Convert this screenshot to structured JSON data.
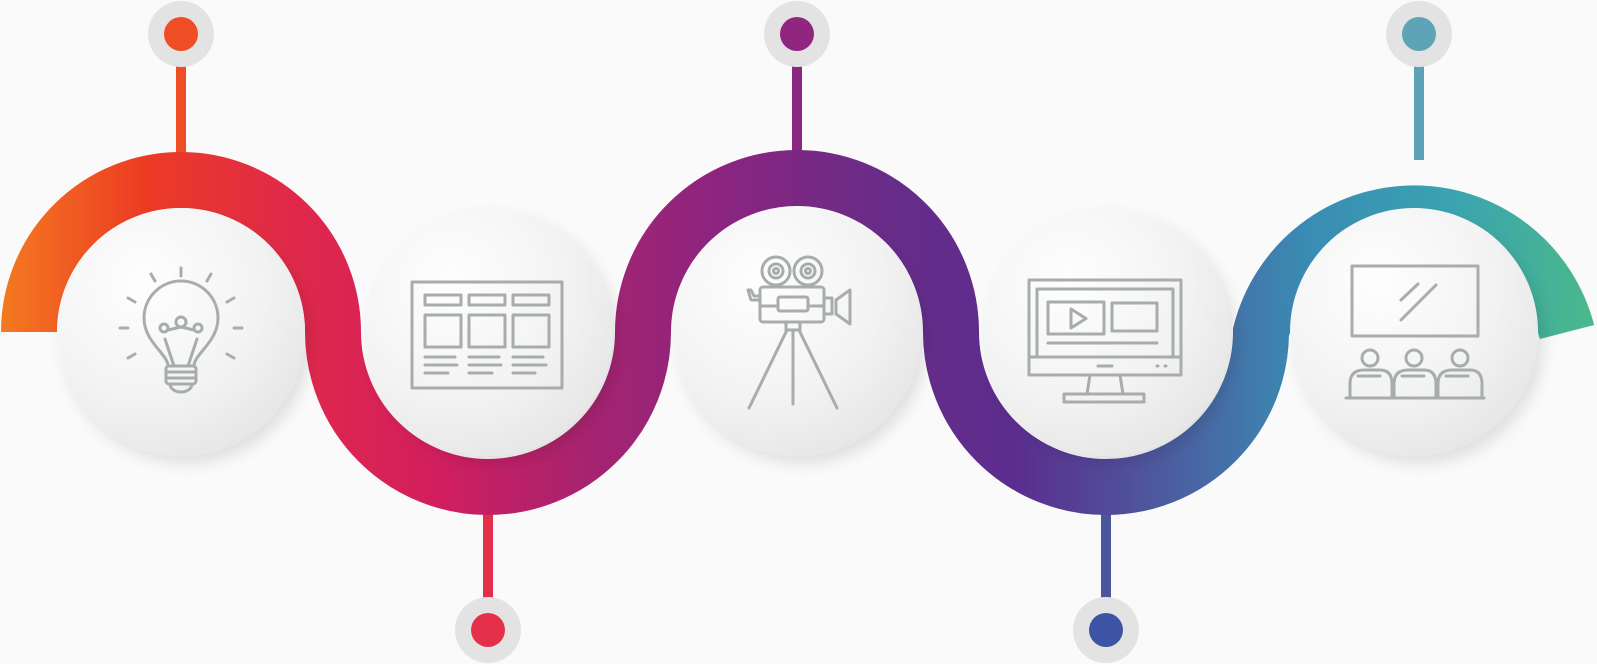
{
  "diagram": {
    "type": "serpentine-timeline",
    "step_count": 5,
    "gradient_stops": [
      "#f47a20",
      "#ec3b24",
      "#e0294a",
      "#d21e5e",
      "#a8236f",
      "#8a2580",
      "#6a2c88",
      "#5b2d8e",
      "#4d5a9e",
      "#3a8cb4",
      "#3aa3b0",
      "#4bb98a"
    ],
    "steps": [
      {
        "id": "idea",
        "icon": "lightbulb-icon",
        "marker_position": "top",
        "marker_color": "#ef4d24",
        "stem_color": "#ef4d24"
      },
      {
        "id": "storyboard",
        "icon": "storyboard-icon",
        "marker_position": "bottom",
        "marker_color": "#e5304a",
        "stem_color": "#e2304a"
      },
      {
        "id": "filming",
        "icon": "film-camera-icon",
        "marker_position": "top",
        "marker_color": "#912680",
        "stem_color": "#8b2780"
      },
      {
        "id": "editing",
        "icon": "video-editor-monitor-icon",
        "marker_position": "bottom",
        "marker_color": "#3d53a4",
        "stem_color": "#4a57a0"
      },
      {
        "id": "screening",
        "icon": "cinema-audience-icon",
        "marker_position": "top",
        "marker_color": "#5fa3b6",
        "stem_color": "#5ea0b4"
      }
    ],
    "colors": {
      "icon_stroke": "#a7adac",
      "marker_halo": "#e3e3e3",
      "disc_light": "#fdfdfd",
      "disc_dark": "#e4e4e4"
    }
  }
}
